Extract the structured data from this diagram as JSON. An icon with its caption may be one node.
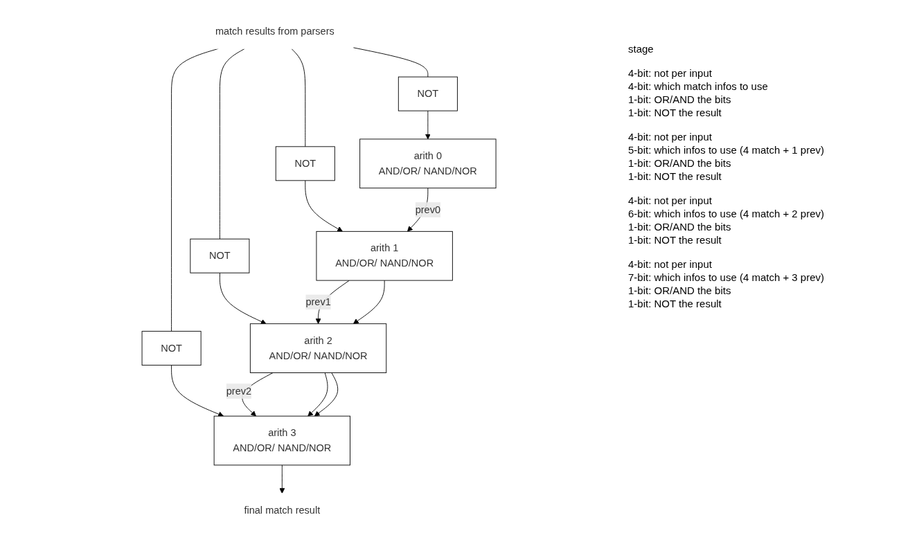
{
  "diagram": {
    "nodes": [
      {
        "text": [
          "match results from parsers"
        ]
      },
      {
        "text": [
          "arith 0",
          "AND/OR/ NAND/NOR"
        ]
      },
      {
        "text": [
          "NOT"
        ]
      },
      {
        "text": [
          "arith 1",
          "AND/OR/ NAND/NOR"
        ]
      },
      {
        "text": [
          "NOT"
        ]
      },
      {
        "text": [
          "arith 2",
          "AND/OR/ NAND/NOR"
        ]
      },
      {
        "text": [
          "NOT"
        ]
      },
      {
        "text": [
          "arith 3",
          "AND/OR/ NAND/NOR"
        ]
      },
      {
        "text": [
          "NOT"
        ]
      },
      {
        "text": [
          "final match result"
        ]
      }
    ],
    "edges": [
      {
        "from": 0,
        "to": 2,
        "arrow": "none"
      },
      {
        "from": 2,
        "to": 1,
        "arrow": "to"
      },
      {
        "from": 0,
        "to": 4,
        "arrow": "none"
      },
      {
        "from": 4,
        "to": 3,
        "arrow": "to"
      },
      {
        "from": 0,
        "to": 6,
        "arrow": "none"
      },
      {
        "from": 6,
        "to": 5,
        "arrow": "to"
      },
      {
        "from": 0,
        "to": 8,
        "arrow": "none"
      },
      {
        "from": 8,
        "to": 7,
        "arrow": "to"
      },
      {
        "from": 1,
        "to": 3,
        "arrow": "to",
        "label": "prev0"
      },
      {
        "from": 3,
        "to": 5,
        "arrow": "to",
        "label": "prev1"
      },
      {
        "from": 3,
        "to": 5,
        "arrow": "to"
      },
      {
        "from": 5,
        "to": 7,
        "arrow": "to",
        "label": "prev2"
      },
      {
        "from": 5,
        "to": 7,
        "arrow": "to"
      },
      {
        "from": 5,
        "to": 7,
        "arrow": "to"
      },
      {
        "from": 7,
        "to": 9,
        "arrow": "to"
      }
    ],
    "labels": [
      "stage",
      "4-bit: not per input",
      "4-bit: which match infos to use",
      "1-bit: OR/AND the bits",
      "1-bit: NOT the result",
      "4-bit: not per input",
      "5-bit: which infos to use (4 match + 1 prev)",
      "1-bit: OR/AND the bits",
      "1-bit: NOT the result",
      "4-bit: not per input",
      "6-bit: which infos to use (4 match + 2 prev)",
      "1-bit: OR/AND the bits",
      "1-bit: NOT the result",
      "4-bit: not per input",
      "7-bit: which infos to use (4 match + 3 prev)",
      "1-bit: OR/AND the bits",
      "1-bit: NOT the result"
    ]
  }
}
